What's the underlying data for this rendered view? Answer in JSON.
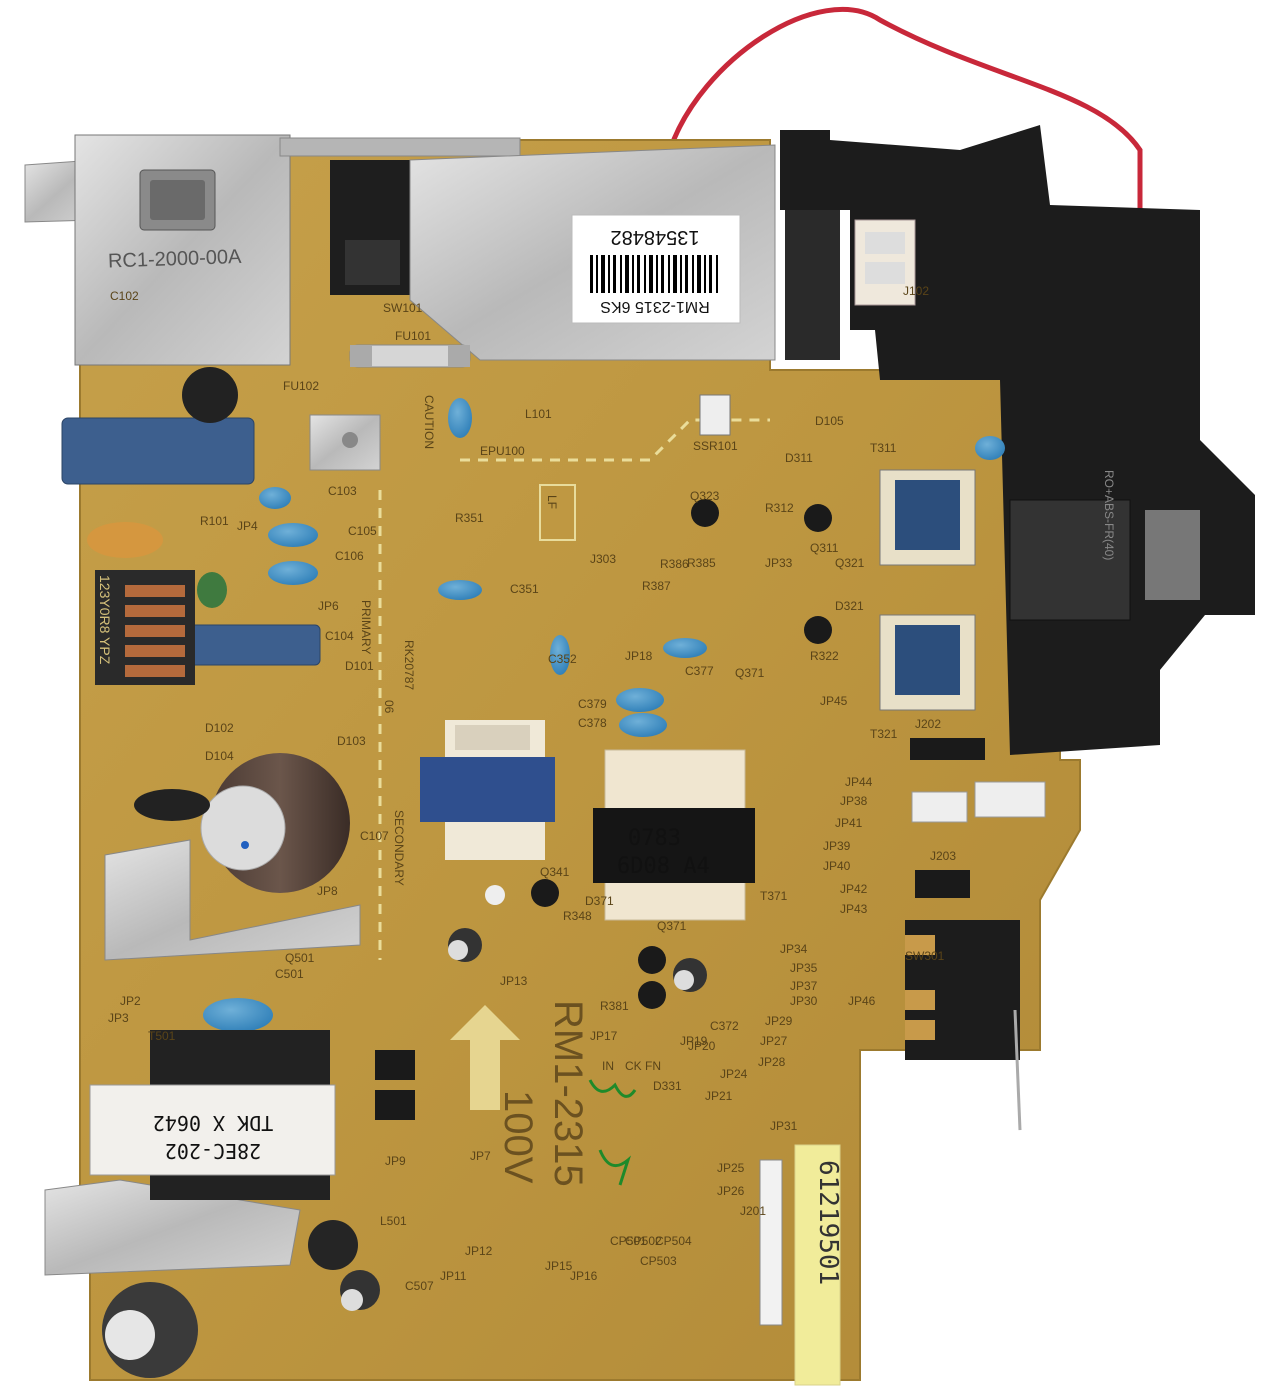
{
  "board": {
    "part_number": "RM1-2315",
    "voltage": "100V",
    "serial": "61219501",
    "barcode_number": "13548482",
    "barcode_subtext": "RM1-2315   6KS",
    "inlet_label": "RC1-2000-00A",
    "transformer_top_label": "0783",
    "transformer_bottom_label": "6D08  A4",
    "tdk_line1": "TDK   X 0642",
    "tdk_line2": "28EC-202",
    "coil_label": "123Y0R8 YPZ",
    "caution_title": "CAUTION",
    "primary_label": "PRIMARY",
    "secondary_label": "SECONDARY",
    "rk_label": "RK20787",
    "rk_sub": "06",
    "lf_label": "LF",
    "connector_label": "RO+ABS-FR(40)",
    "labels": [
      "SW101",
      "FU101",
      "FU102",
      "L101",
      "SSR101",
      "J102",
      "D105",
      "T311",
      "D311",
      "Q323",
      "R312",
      "Q311",
      "Q321",
      "D321",
      "R322",
      "JP33",
      "R386",
      "R385",
      "R387",
      "J303",
      "C351",
      "R351",
      "C352",
      "JP18",
      "C377",
      "Q371",
      "C379",
      "C378",
      "JP45",
      "T321",
      "J202",
      "JP44",
      "JP38",
      "JP41",
      "JP39",
      "JP40",
      "J203",
      "JP42",
      "JP43",
      "T371",
      "Q341",
      "D371",
      "R348",
      "Q371",
      "SW301",
      "JP34",
      "JP35",
      "JP37",
      "JP30",
      "JP29",
      "JP27",
      "JP28",
      "JP24",
      "JP21",
      "JP46",
      "JP13",
      "JP17",
      "JP19",
      "JP20",
      "C372",
      "R381",
      "JP31",
      "J201",
      "JP26",
      "JP25",
      "D331",
      "IN",
      "CK",
      "FN",
      "JP12",
      "JP11",
      "JP16",
      "JP15",
      "CP501",
      "CP502",
      "CP503",
      "CP504",
      "L501",
      "C507",
      "C501",
      "Q501",
      "JP8",
      "JP6",
      "JP4",
      "C103",
      "C105",
      "C106",
      "C104",
      "D101",
      "D102",
      "D103",
      "D104",
      "R101",
      "JP2",
      "JP3",
      "T501",
      "JP9",
      "JP7",
      "C102",
      "EPU100",
      "C107"
    ]
  }
}
